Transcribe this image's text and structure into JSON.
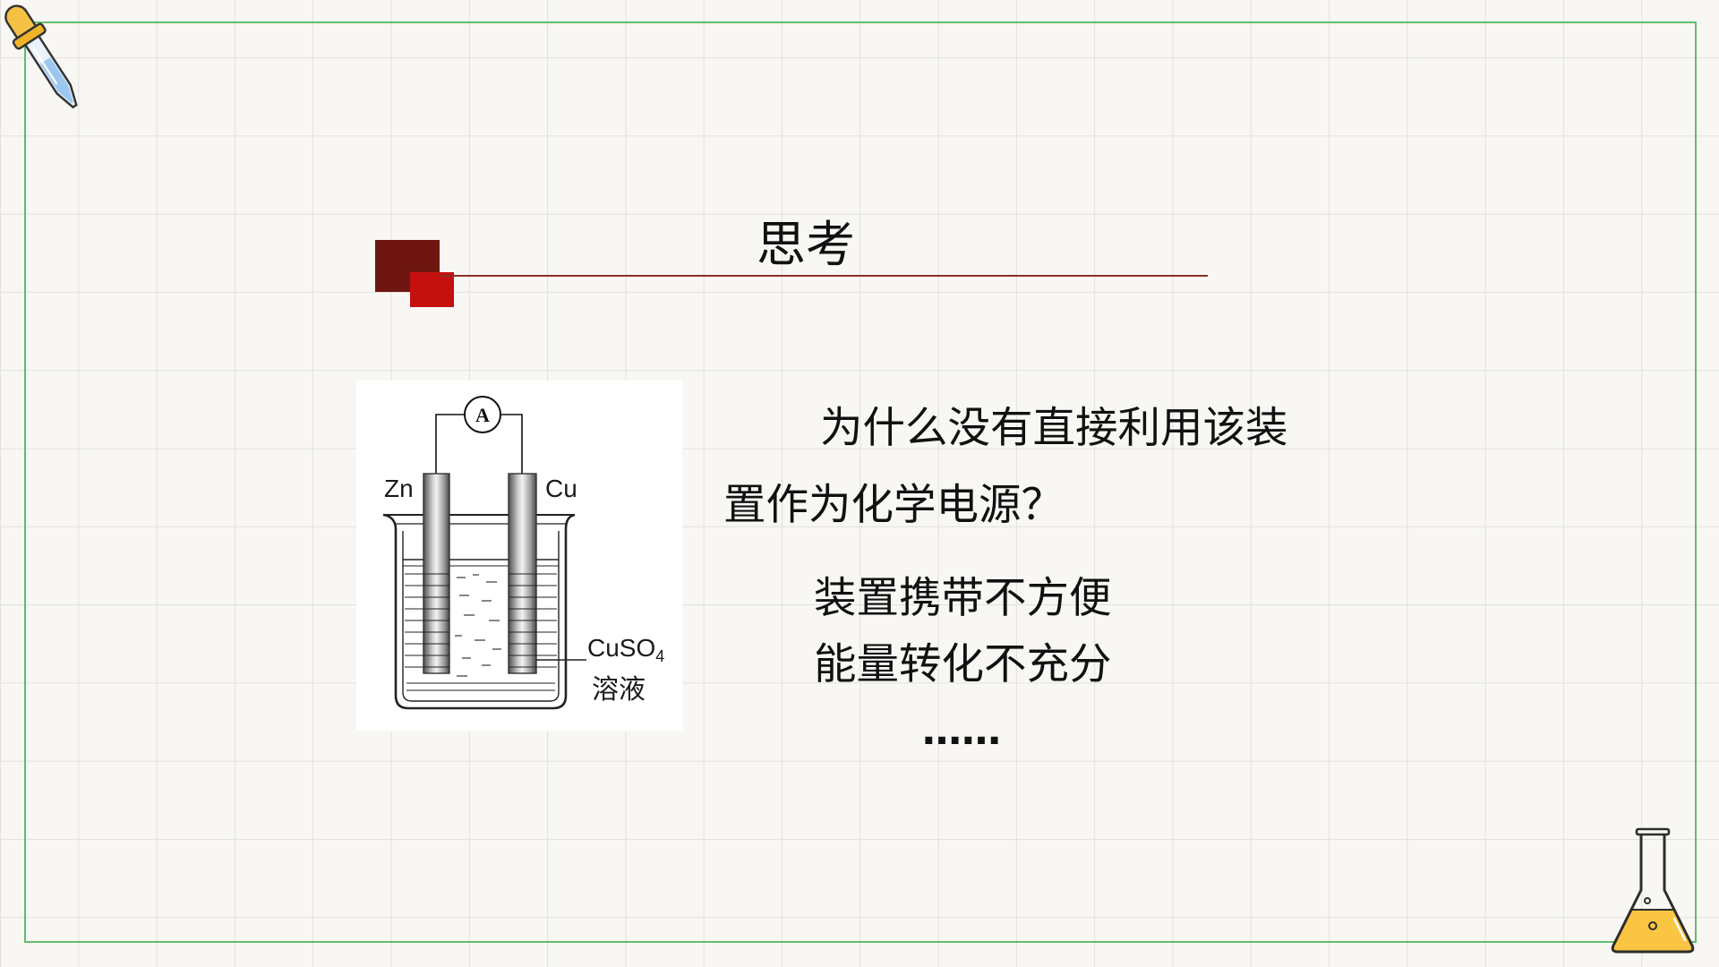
{
  "slide": {
    "title": "思考",
    "question_lines": [
      "为什么没有直接利用该装",
      "置作为化学电源？"
    ],
    "answers": [
      "装置携带不方便",
      "能量转化不充分"
    ],
    "ellipsis": "……"
  },
  "diagram": {
    "ammeter_label": "A",
    "electrode_left": "Zn",
    "electrode_right": "Cu",
    "solution_formula": {
      "base": "CuSO",
      "subscript": "4"
    },
    "solution_name": "溶液"
  },
  "icons": {
    "top_left": "dropper-icon",
    "bottom_right": "flask-icon"
  },
  "colors": {
    "background": "#f8f7f4",
    "grid": "#e3e1dc",
    "frame": "#62bd6a",
    "accent_dark": "#6e160f",
    "accent_red": "#c4100f",
    "rule_line": "#8c2f24",
    "flask_liquid": "#f9c542",
    "dropper_bulb": "#f4c145",
    "dropper_liquid": "#9cc8f0"
  }
}
